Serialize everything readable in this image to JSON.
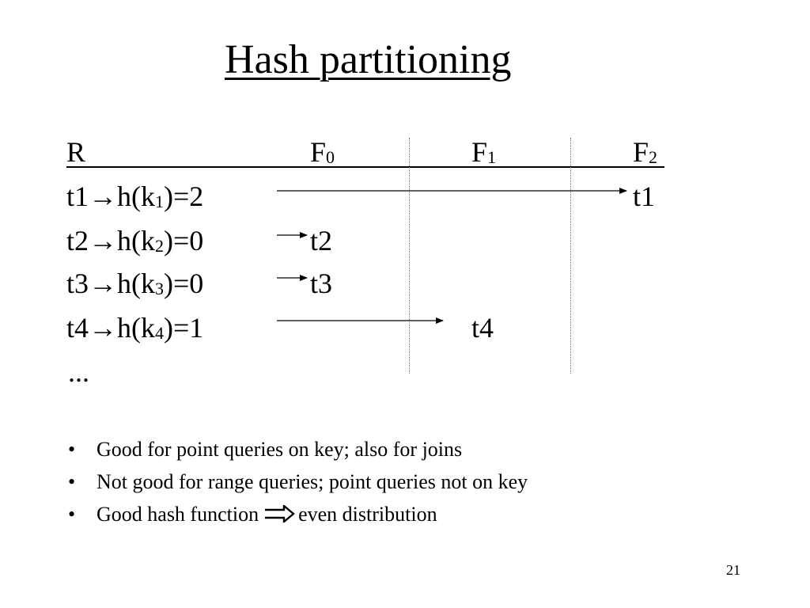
{
  "title": " Hash partitioning",
  "table": {
    "header": {
      "r": "R",
      "f0": {
        "base": "F",
        "sub": "0"
      },
      "f1": {
        "base": "F",
        "sub": "1"
      },
      "f2": {
        "base": "F",
        "sub": "2"
      }
    },
    "rows": [
      {
        "prefix": "t1→h(k",
        "sub": "1",
        "suffix": ")=2",
        "dest": "t1",
        "partition": 2
      },
      {
        "prefix": "t2→h(k",
        "sub": "2",
        "suffix": ")=0",
        "dest": "t2",
        "partition": 0
      },
      {
        "prefix": "t3→h(k",
        "sub": "3",
        "suffix": ")=0",
        "dest": "t3",
        "partition": 0
      },
      {
        "prefix": "t4→h(k",
        "sub": "4",
        "suffix": ")=1",
        "dest": "t4",
        "partition": 1
      }
    ],
    "ellipsis": "..."
  },
  "bullets": [
    {
      "marker": "•",
      "text": "Good for point queries on key; also for joins"
    },
    {
      "marker": "•",
      "text": "Not good for range queries; point queries not on key"
    },
    {
      "marker": "•",
      "text_before": "Good hash function",
      "icon": "double-right-arrow-icon",
      "text_after": "even distribution"
    }
  ],
  "page_number": "21"
}
